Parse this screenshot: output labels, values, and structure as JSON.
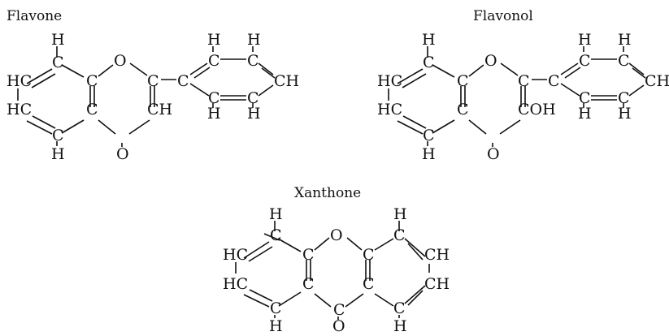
{
  "ink_color": "#111111",
  "background_color": "#ffffff",
  "molecules": [
    {
      "title": "Flavone",
      "atoms": [
        {
          "text": "H"
        },
        {
          "text": "C"
        },
        {
          "text": "HC"
        },
        {
          "text": "C"
        },
        {
          "text": "O"
        },
        {
          "text": "C"
        },
        {
          "text": "C"
        },
        {
          "text": "H"
        },
        {
          "text": "H"
        },
        {
          "text": "C"
        },
        {
          "text": "C"
        },
        {
          "text": "CH"
        },
        {
          "text": "HC"
        },
        {
          "text": "C"
        },
        {
          "text": "CH"
        },
        {
          "text": "C"
        },
        {
          "text": "C"
        },
        {
          "text": "H"
        },
        {
          "text": "H"
        },
        {
          "text": "C"
        },
        {
          "text": "H"
        },
        {
          "text": "O"
        }
      ]
    },
    {
      "title": "Flavonol",
      "atoms": [
        {
          "text": "H"
        },
        {
          "text": "C"
        },
        {
          "text": "HC"
        },
        {
          "text": "C"
        },
        {
          "text": "O"
        },
        {
          "text": "C"
        },
        {
          "text": "C"
        },
        {
          "text": "H"
        },
        {
          "text": "H"
        },
        {
          "text": "C"
        },
        {
          "text": "C"
        },
        {
          "text": "CH"
        },
        {
          "text": "HC"
        },
        {
          "text": "C"
        },
        {
          "text": "COH"
        },
        {
          "text": "C"
        },
        {
          "text": "C"
        },
        {
          "text": "H"
        },
        {
          "text": "H"
        },
        {
          "text": "C"
        },
        {
          "text": "H"
        },
        {
          "text": "O"
        }
      ]
    },
    {
      "title": "Xanthone",
      "atoms": [
        {
          "text": "H"
        },
        {
          "text": "H"
        },
        {
          "text": "C"
        },
        {
          "text": "O"
        },
        {
          "text": "C"
        },
        {
          "text": "HC"
        },
        {
          "text": "C"
        },
        {
          "text": "C"
        },
        {
          "text": "CH"
        },
        {
          "text": "HC"
        },
        {
          "text": "C"
        },
        {
          "text": "C"
        },
        {
          "text": "CH"
        },
        {
          "text": "C"
        },
        {
          "text": "C"
        },
        {
          "text": "C"
        },
        {
          "text": "H"
        },
        {
          "text": "O"
        },
        {
          "text": "H"
        }
      ]
    }
  ]
}
